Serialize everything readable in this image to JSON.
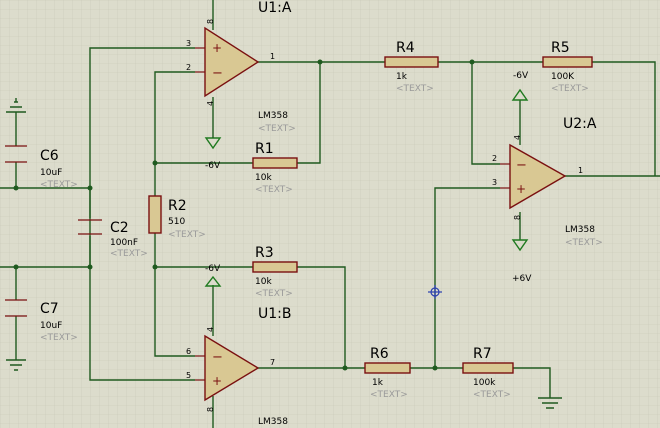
{
  "components": {
    "U1A": {
      "ref": "U1:A",
      "part": "LM358",
      "pin_in_plus": "3",
      "pin_in_minus": "2",
      "pin_out": "1",
      "pin_vcc": "8",
      "pin_vee": "4"
    },
    "U1B": {
      "ref": "U1:B",
      "part": "LM358",
      "pin_in_minus": "6",
      "pin_in_plus": "5",
      "pin_out": "7",
      "pin_vcc": "4",
      "pin_vee": "8"
    },
    "U2A": {
      "ref": "U2:A",
      "part": "LM358",
      "pin_in_minus": "2",
      "pin_in_plus": "3",
      "pin_out": "1",
      "pin_vcc": "4",
      "pin_vee": "8"
    },
    "R1": {
      "ref": "R1",
      "value": "10k",
      "text": "<TEXT>"
    },
    "R2": {
      "ref": "R2",
      "value": "510",
      "text": "<TEXT>"
    },
    "R3": {
      "ref": "R3",
      "value": "10k",
      "text": "<TEXT>"
    },
    "R4": {
      "ref": "R4",
      "value": "1k",
      "text": "<TEXT>"
    },
    "R5": {
      "ref": "R5",
      "value": "100K",
      "text": "<TEXT>"
    },
    "R6": {
      "ref": "R6",
      "value": "1k",
      "text": "<TEXT>"
    },
    "R7": {
      "ref": "R7",
      "value": "100k",
      "text": "<TEXT>"
    },
    "C2": {
      "ref": "C2",
      "value": "100nF",
      "text": "<TEXT>"
    },
    "C6": {
      "ref": "C6",
      "value": "10uF",
      "text": "<TEXT>"
    },
    "C7": {
      "ref": "C7",
      "value": "10uF",
      "text": "<TEXT>"
    }
  },
  "supplies": {
    "u1a_vee": "-6V",
    "u1b_vcc": "-6V",
    "u2a_vcc": "-6V",
    "u2a_vee": "+6V"
  },
  "colors": {
    "wire": "#1f5a1f",
    "component": "#7a1010",
    "body": "#d9c893",
    "background": "#dcdccc",
    "grid": "#c8c8b8"
  }
}
